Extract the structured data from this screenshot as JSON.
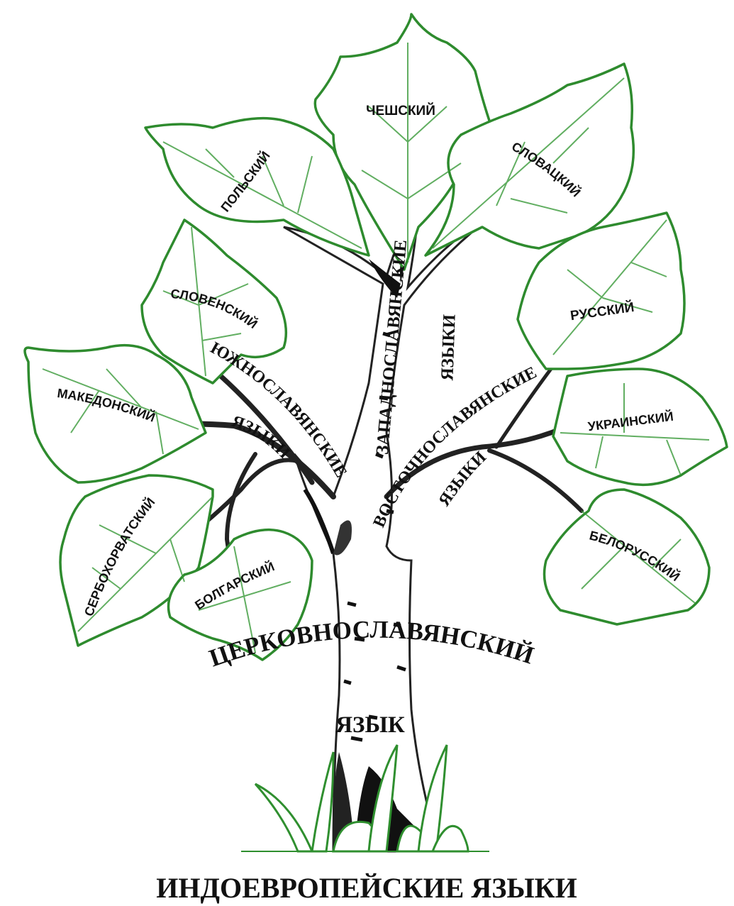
{
  "title": "ИНДОЕВРОПЕЙСКИЕ ЯЗЫКИ",
  "root": {
    "line1": "ЦЕРКОВНОСЛАВЯНСКИЙ",
    "line2": "ЯЗЫК"
  },
  "branches": {
    "west": "ЗАПАДНОСЛАВЯНСКИЕ ЯЗЫКИ",
    "west_line1": "ЗАПАДНОСЛАВЯНСКИЕ",
    "west_line2": "ЯЗЫКИ",
    "south_line1": "ЮЖНОСЛАВЯНСКИЕ",
    "south_line2": "ЯЗЫКИ",
    "east_line1": "ВОСТОЧНОСЛАВЯНСКИЕ",
    "east_line2": "ЯЗЫКИ"
  },
  "leaves": {
    "czech": "ЧЕШСКИЙ",
    "polish": "ПОЛЬСКИЙ",
    "slovak": "СЛОВАЦКИЙ",
    "slovene": "СЛОВЕНСКИЙ",
    "macedonian": "МАКЕДОНСКИЙ",
    "serbocroatian": "СЕРБОХОРВАТСКИЙ",
    "bulgarian": "БОЛГАРСКИЙ",
    "russian": "РУССКИЙ",
    "ukrainian": "УКРАИНСКИЙ",
    "belarusian": "БЕЛОРУССКИЙ"
  },
  "colors": {
    "leaf_outline": "#2e8b2e",
    "leaf_vein": "#3a9a3a",
    "trunk_dark": "#111111",
    "grass": "#2f8f2f"
  }
}
